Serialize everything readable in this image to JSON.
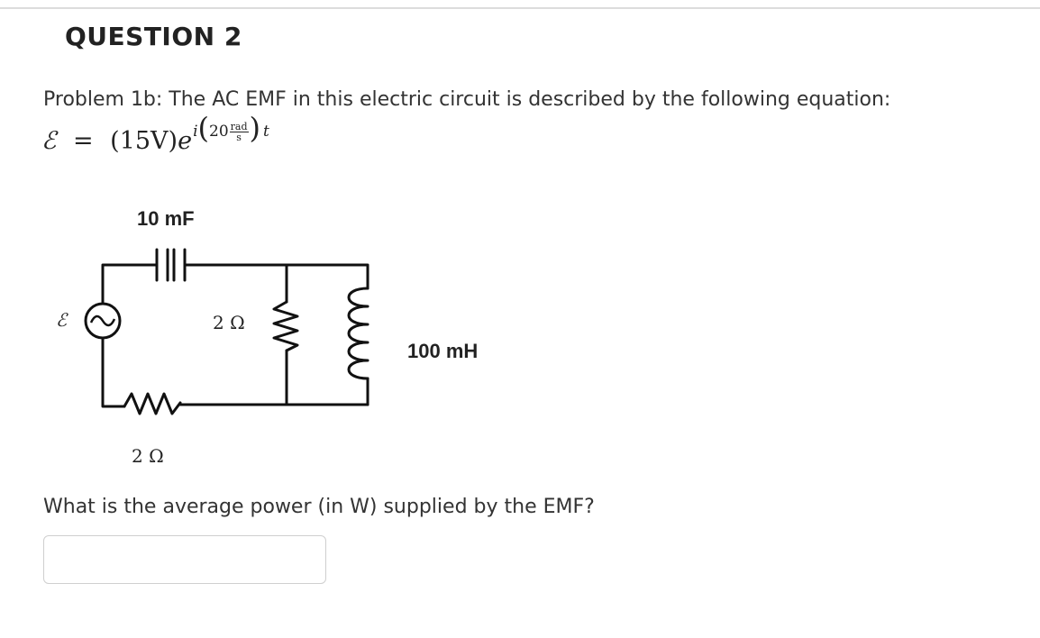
{
  "question": {
    "title": "QUESTION 2",
    "problem_text": "Problem 1b: The AC EMF in this electric circuit is described by the following equation:",
    "equation": {
      "lhs": "ℰ",
      "equals": "=",
      "amplitude": "(15V)",
      "base": "e",
      "exp_i": "i",
      "exp_coeff": "20",
      "exp_unit_num": "rad",
      "exp_unit_den": "s",
      "exp_var": "t"
    },
    "prompt": "What is the average power (in W) supplied by the EMF?"
  },
  "circuit": {
    "emf_label": "ℰ",
    "capacitor_label": "10 mF",
    "resistor_parallel_label": "2 Ω",
    "inductor_label": "100 mH",
    "resistor_series_label": "2 Ω"
  },
  "answer": {
    "value": "",
    "placeholder": ""
  }
}
